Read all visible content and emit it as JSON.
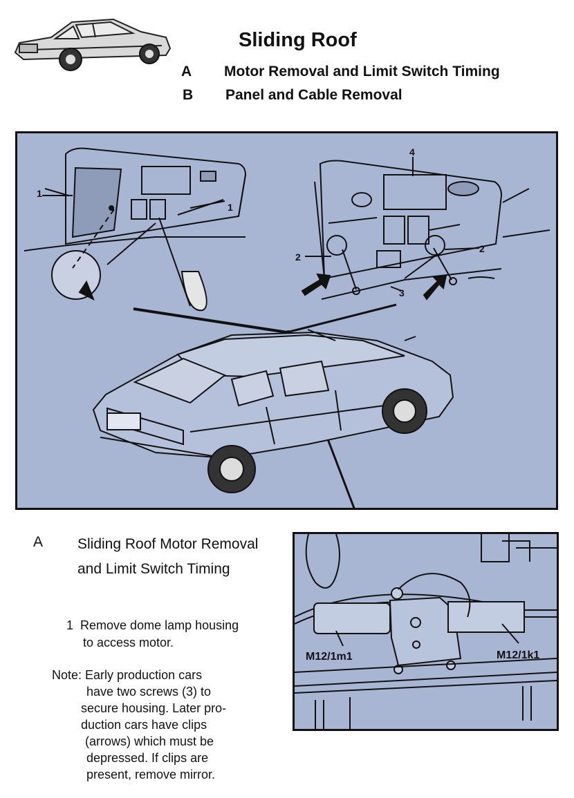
{
  "header": {
    "title": "Sliding Roof",
    "items": [
      {
        "letter": "A",
        "text": "Motor Removal and Limit Switch Timing"
      },
      {
        "letter": "B",
        "text": "Panel and Cable Removal"
      }
    ]
  },
  "main_figure": {
    "callouts": [
      "1",
      "1",
      "2",
      "2",
      "3",
      "4"
    ]
  },
  "section_a": {
    "letter": "A",
    "title_line1": "Sliding Roof Motor Removal",
    "title_line2": "and Limit Switch Timing",
    "step_number": "1",
    "step_line1": "Remove dome lamp housing",
    "step_line2": "to access motor.",
    "note_lines": [
      "Note:  Early production cars",
      "have two screws (3) to",
      "secure housing.  Later pro-",
      "duction cars have clips",
      "(arrows) which must be",
      "depressed.  If clips are",
      "present, remove mirror."
    ]
  },
  "detail_figure": {
    "label_left": "M12/1m1",
    "label_right": "M12/1k1"
  },
  "colors": {
    "panel_fill": "#a9b6d3",
    "line": "#111111"
  }
}
